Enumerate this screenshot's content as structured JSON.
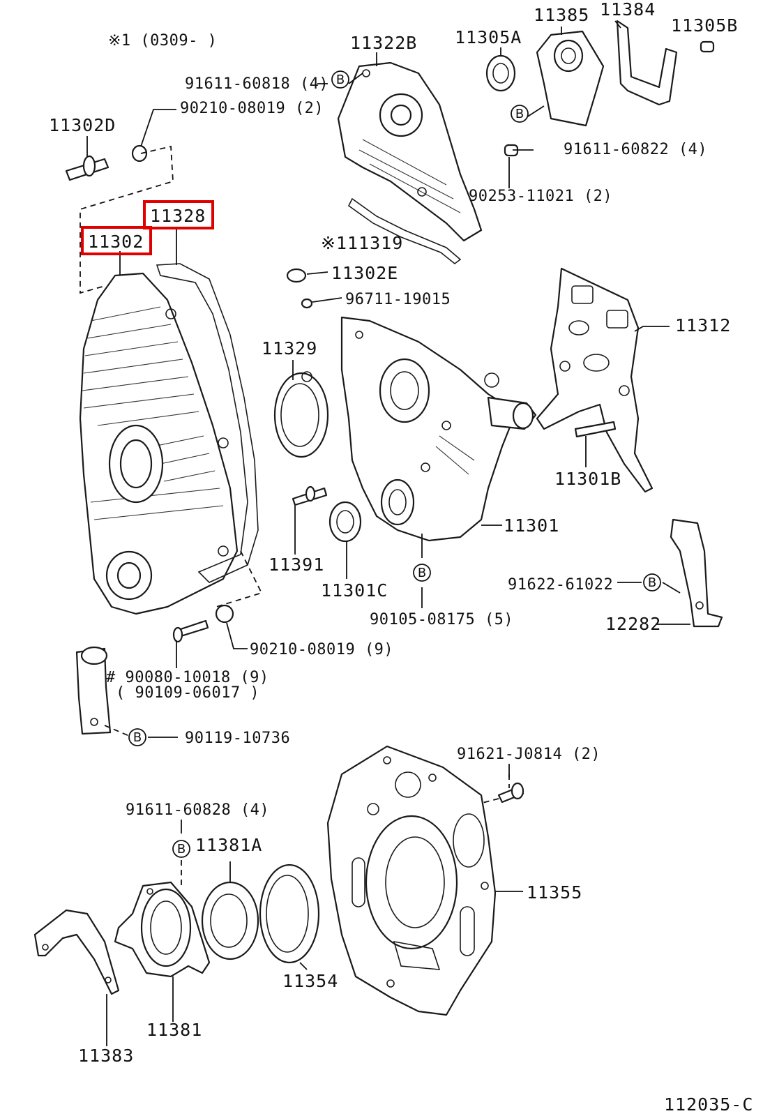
{
  "diagram_code": "112035-C",
  "note": "※1 (0309-        )",
  "highlight_color": "#e00000",
  "callouts": {
    "p11322B": "11322B",
    "p11305A": "11305A",
    "p11385": "11385",
    "p11384": "11384",
    "p11305B": "11305B",
    "p91611_60818": "91611-60818 (4)",
    "p90210_08019_2": "90210-08019 (2)",
    "p11302D": "11302D",
    "p91611_60822": "91611-60822 (4)",
    "p90253_11021": "90253-11021 (2)",
    "p11328": "11328",
    "p11302": "11302",
    "p111319": "※111319",
    "p11302E": "11302E",
    "p96711_19015": "96711-19015",
    "p11312": "11312",
    "p11329": "11329",
    "p11301B": "11301B",
    "p11301": "11301",
    "p11391": "11391",
    "p11301C": "11301C",
    "p91622_61022": "91622-61022",
    "p12282": "12282",
    "p90105_08175": "90105-08175 (5)",
    "p90210_08019_9": "90210-08019 (9)",
    "p90080_10018": "# 90080-10018 (9)",
    "p90109_06017": "( 90109-06017 )",
    "p90119_10736": "90119-10736",
    "p91621_J0814": "91621-J0814 (2)",
    "p91611_60828": "91611-60828 (4)",
    "p11381A": "11381A",
    "p11355": "11355",
    "p11354": "11354",
    "p11381": "11381",
    "p11383": "11383"
  },
  "b_marker": "B"
}
